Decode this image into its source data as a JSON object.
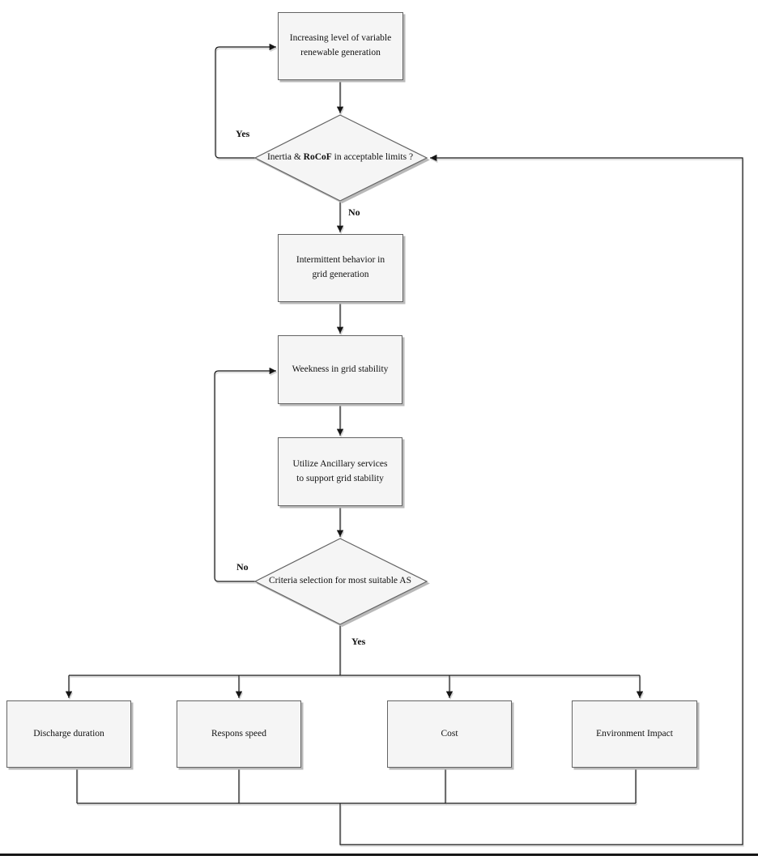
{
  "flowchart": {
    "nodes": {
      "increasing": {
        "label": "Increasing level of variable renewable generation"
      },
      "inertia_decision": {
        "pre": "Inertia & ",
        "bold_part": "RoCoF",
        "post": " in acceptable limits ?"
      },
      "intermittent": {
        "label": "Intermittent behavior in grid generation"
      },
      "weakness": {
        "label": "Weekness in grid stability"
      },
      "ancillary": {
        "label": "Utilize Ancillary services to support grid stability"
      },
      "criteria_decision": {
        "label": "Criteria selection for most suitable AS"
      }
    },
    "criteria_nodes": [
      {
        "label": "Discharge duration"
      },
      {
        "label": "Respons speed"
      },
      {
        "label": "Cost"
      },
      {
        "label": "Environment Impact"
      }
    ],
    "edge_labels": {
      "inertia_yes": "Yes",
      "inertia_no": "No",
      "criteria_no": "No",
      "criteria_yes": "Yes"
    },
    "colors": {
      "node_fill": "#f5f5f5",
      "node_border": "#636363",
      "connector": "#161616",
      "shadow": "#b9b9b9"
    }
  }
}
